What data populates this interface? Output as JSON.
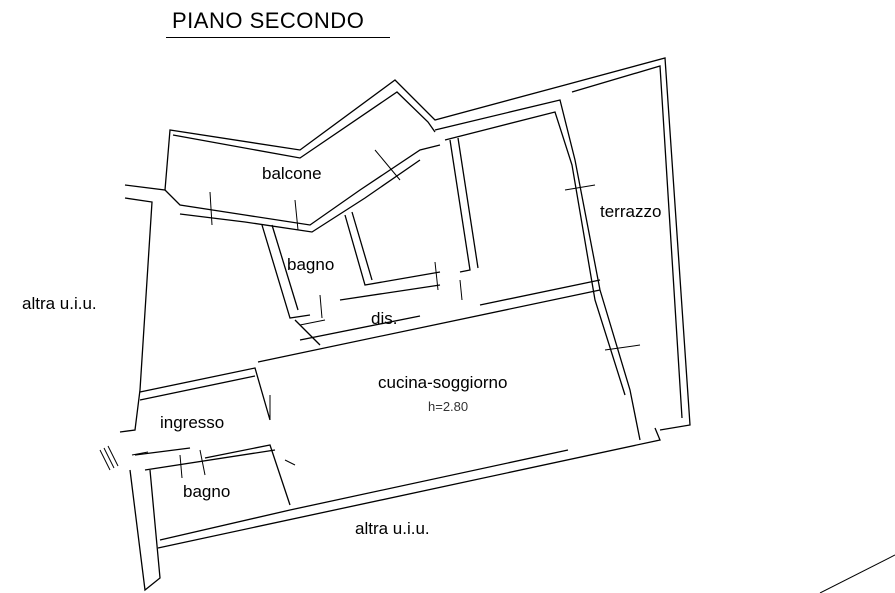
{
  "title": "PIANO SECONDO",
  "rooms": {
    "balcone": "balcone",
    "terrazzo": "terrazzo",
    "bagno_upper": "bagno",
    "dis": "dis.",
    "cucina": "cucina-soggiorno",
    "cucina_height": "h=2.80",
    "ingresso": "ingresso",
    "bagno_lower": "bagno"
  },
  "neighbors": {
    "left": "altra u.i.u.",
    "bottom": "altra u.i.u."
  },
  "colors": {
    "ink": "#000000",
    "background": "#ffffff"
  }
}
